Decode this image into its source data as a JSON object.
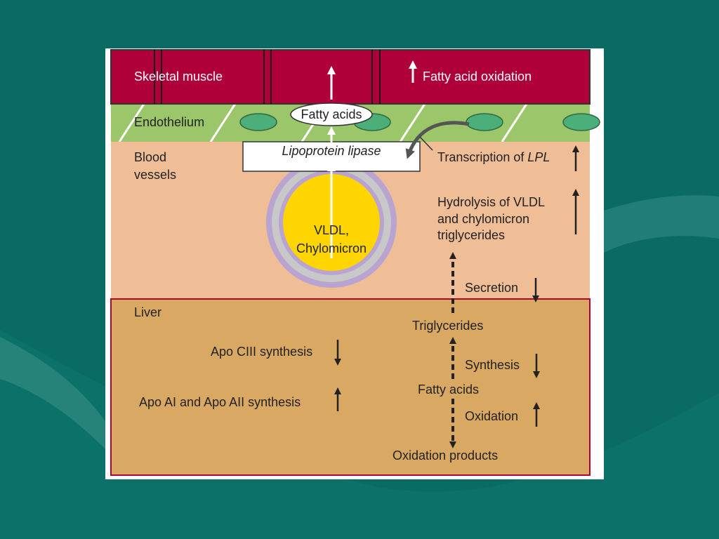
{
  "colors": {
    "slide_bg": "#0a6b63",
    "panel_bg": "#ffffff",
    "muscle": "#b0003a",
    "endothelium": "#9cc66a",
    "cell_nucleus": "#4caf7a",
    "blood": "#efbe96",
    "liver": "#d9a862",
    "liver_border": "#b0003a",
    "particle_core": "#ffd500",
    "particle_ring": "#b9a4d1",
    "particle_shell": "#c8c8c8"
  },
  "diagram": {
    "skeletal_muscle": "Skeletal muscle",
    "fatty_acid_oxidation": "Fatty acid oxidation",
    "endothelium": "Endothelium",
    "fatty_acids_top": "Fatty acids",
    "lipoprotein_lipase": "Lipoprotein lipase",
    "blood_vessels_line1": "Blood",
    "blood_vessels_line2": "vessels",
    "transcription_prefix": "Transcription of ",
    "transcription_gene": "LPL",
    "hydrolysis_line1": "Hydrolysis of VLDL",
    "hydrolysis_line2": "and chylomicron",
    "hydrolysis_line3": "triglycerides",
    "particle_line1": "VLDL,",
    "particle_line2": "Chylomicron",
    "secretion": "Secretion",
    "liver": "Liver",
    "triglycerides": "Triglycerides",
    "apo_ciii": "Apo CIII synthesis",
    "synthesis": "Synthesis",
    "fatty_acids_liver": "Fatty acids",
    "apo_ai_aii": "Apo AI and Apo AII synthesis",
    "oxidation": "Oxidation",
    "oxidation_products": "Oxidation products"
  }
}
